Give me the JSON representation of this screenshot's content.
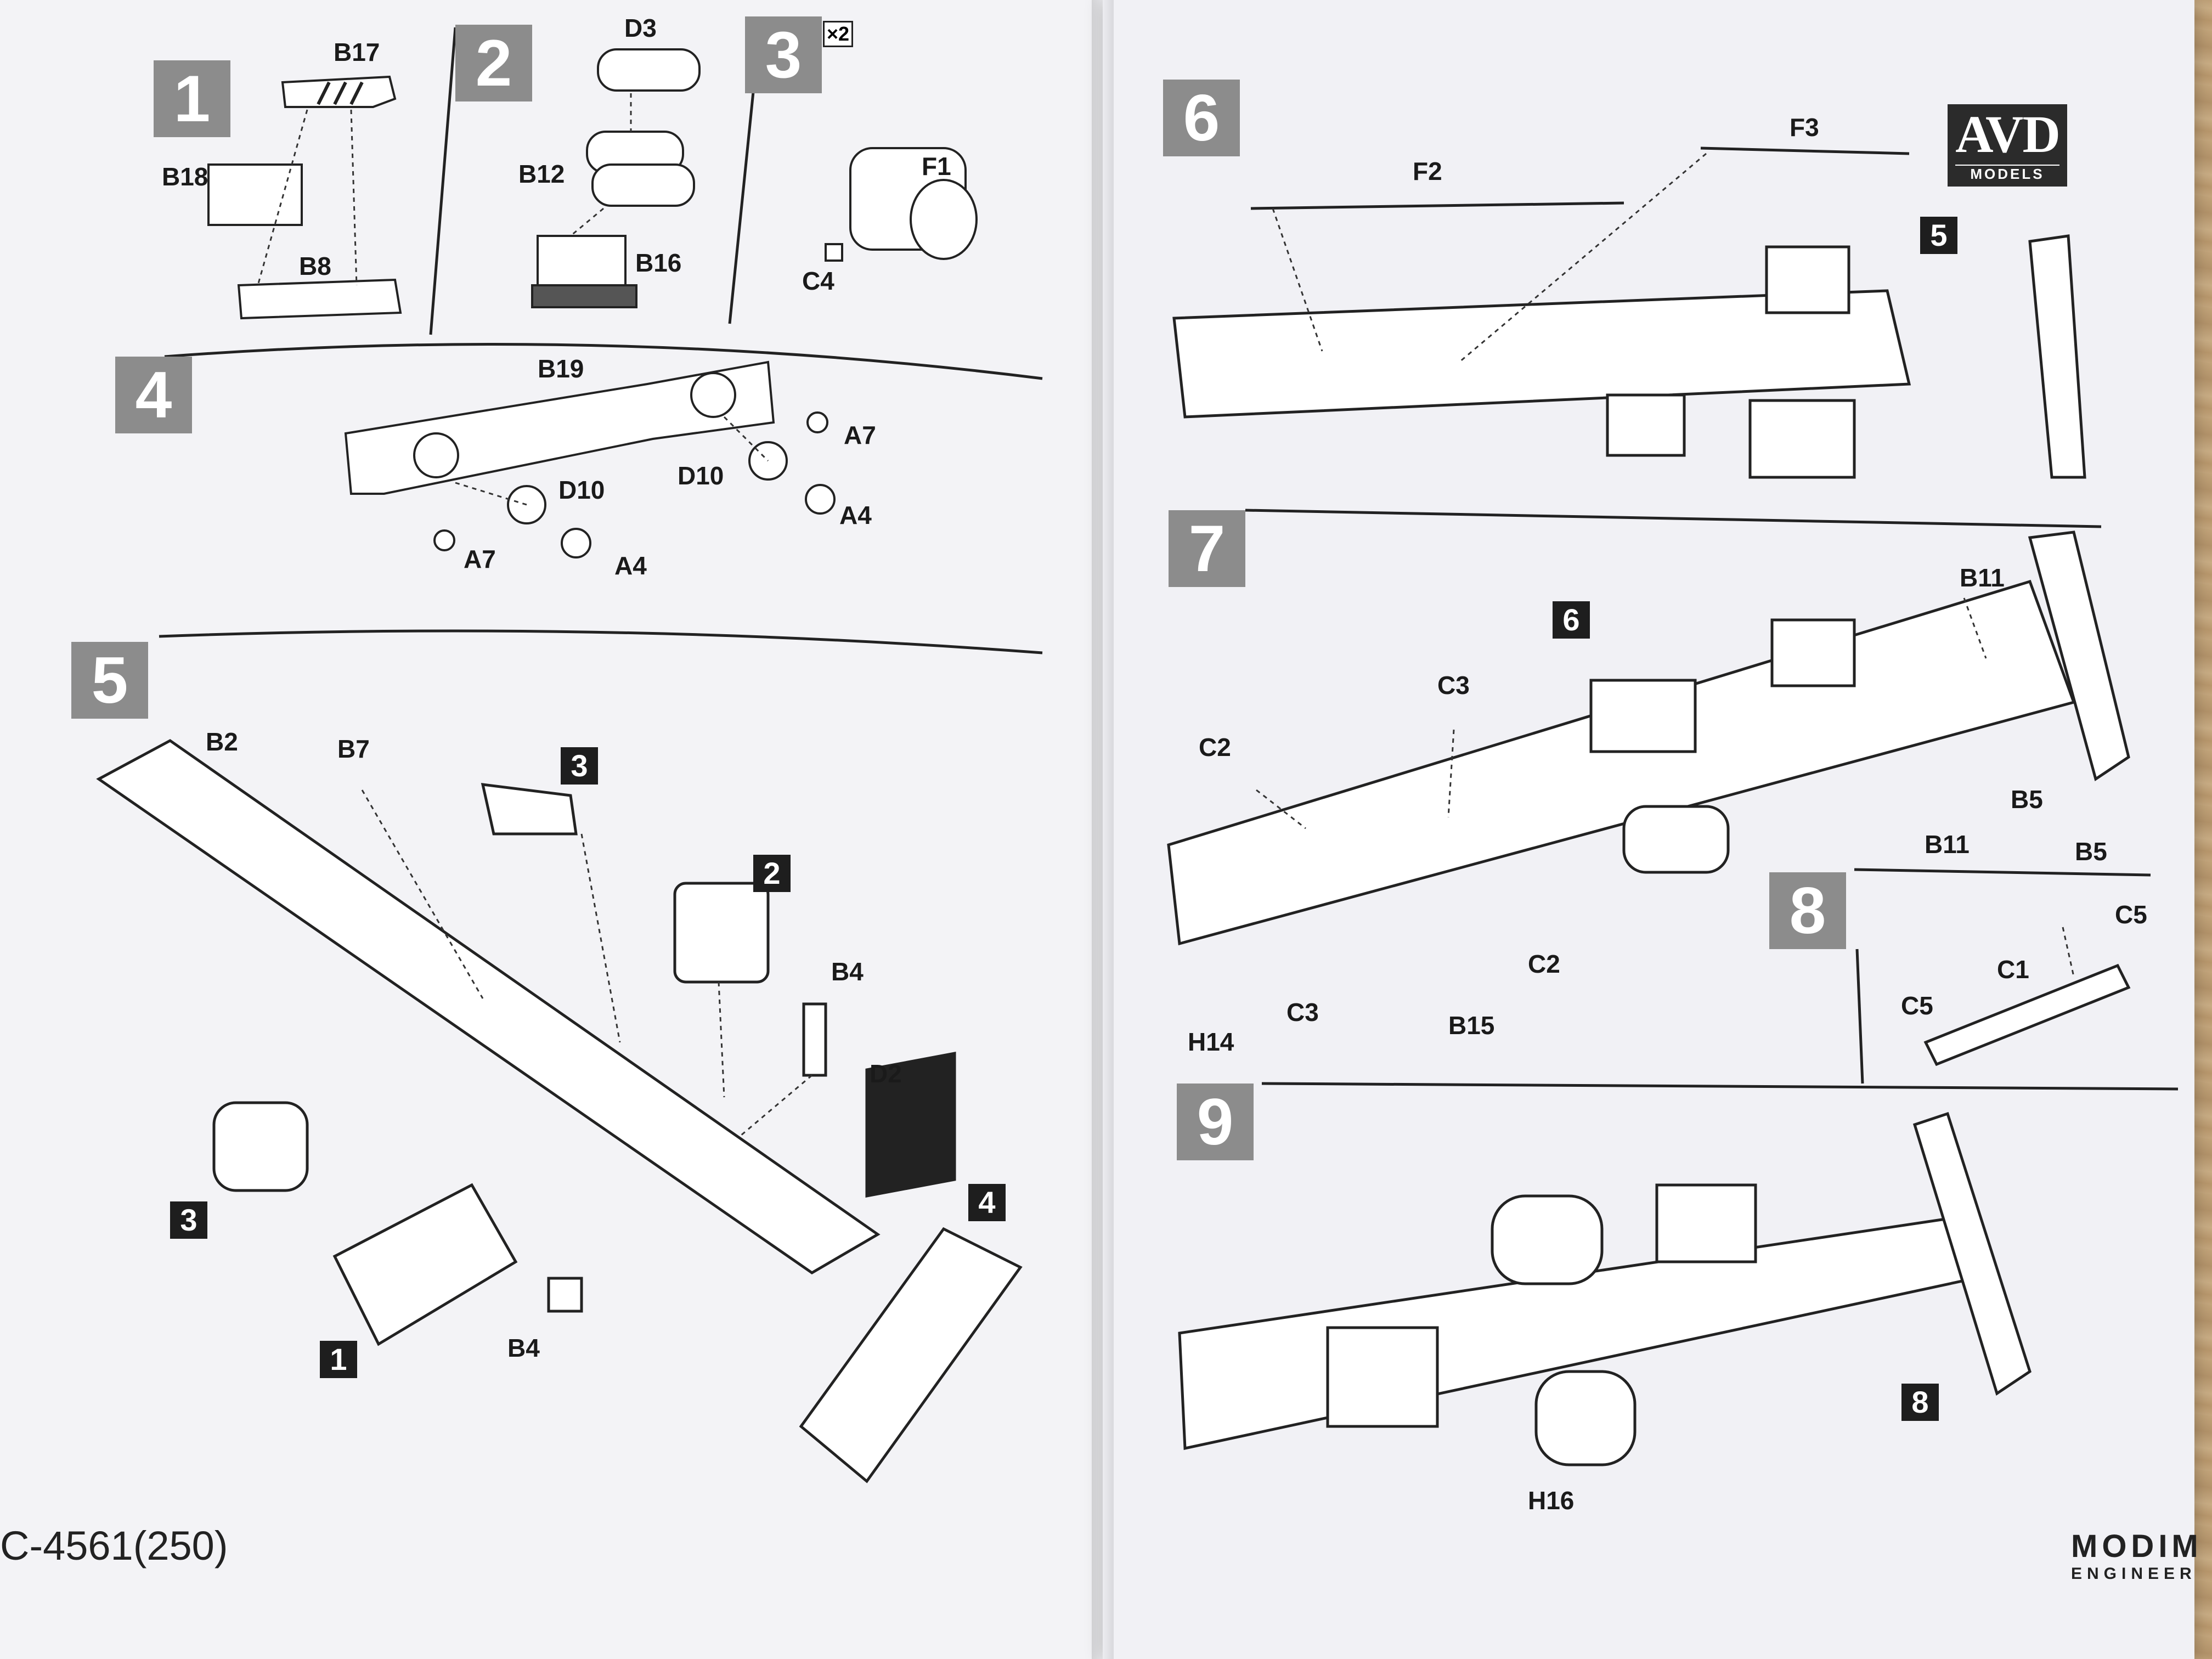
{
  "brand_logo": {
    "main": "AVD",
    "sub": "MODELS"
  },
  "footer": {
    "code": "C-4561(250)",
    "brand_main": "MODIM",
    "brand_sub": "ENGINEER"
  },
  "steps": {
    "s1": {
      "num": "1",
      "labels": {
        "b17": "B17",
        "b18": "B18",
        "b8": "B8"
      }
    },
    "s2": {
      "num": "2",
      "labels": {
        "d3": "D3",
        "b12": "B12",
        "b16": "B16"
      }
    },
    "s3": {
      "num": "3",
      "badge": "×2",
      "labels": {
        "f1": "F1",
        "c4": "C4"
      }
    },
    "s4": {
      "num": "4",
      "labels": {
        "b19": "B19",
        "a7a": "A7",
        "a7b": "A7",
        "d10a": "D10",
        "d10b": "D10",
        "a4a": "A4",
        "a4b": "A4"
      }
    },
    "s5": {
      "num": "5",
      "labels": {
        "b2": "B2",
        "b7": "B7",
        "b4a": "B4",
        "b4b": "B4",
        "d2": "D2"
      },
      "refs": {
        "r3a": "3",
        "r2": "2",
        "r3b": "3",
        "r4": "4",
        "r1": "1"
      }
    },
    "s6": {
      "num": "6",
      "labels": {
        "f2": "F2",
        "f3": "F3"
      },
      "refs": {
        "r5": "5"
      }
    },
    "s7": {
      "num": "7",
      "labels": {
        "c3a": "C3",
        "c2a": "C2",
        "b11a": "B11",
        "b11b": "B11",
        "b5a": "B5",
        "b5b": "B5",
        "c2b": "C2",
        "c3b": "C3",
        "h14": "H14",
        "b15": "B15"
      },
      "refs": {
        "r6": "6"
      }
    },
    "s8": {
      "num": "8",
      "labels": {
        "c5a": "C5",
        "c1": "C1",
        "c5b": "C5"
      }
    },
    "s9": {
      "num": "9",
      "labels": {
        "h16": "H16"
      },
      "refs": {
        "r8": "8"
      }
    }
  }
}
